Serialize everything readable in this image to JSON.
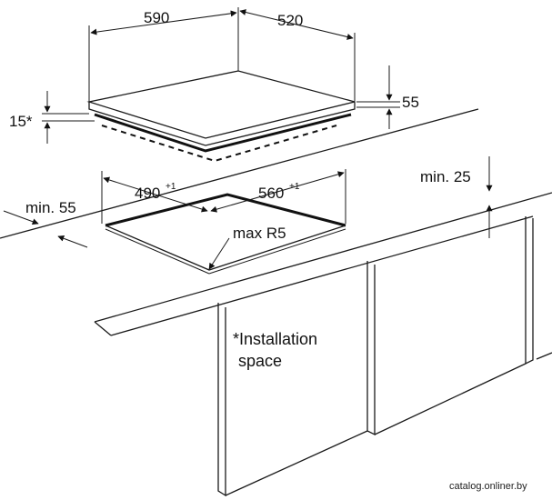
{
  "dimensions": {
    "hob_width": "590",
    "hob_depth": "520",
    "hob_height": "55",
    "installation_depth": "15*",
    "cutout_width": "560",
    "cutout_width_tol": "+1",
    "cutout_depth": "490",
    "cutout_depth_tol": "+1",
    "corner_radius": "max R5",
    "min_front": "min. 55",
    "min_wall": "min. 25"
  },
  "notes": {
    "installation_line1": "*Installation",
    "installation_line2": "space"
  },
  "watermark": "catalog.onliner.by",
  "colors": {
    "line": "#1a1a1a",
    "background": "#ffffff"
  }
}
